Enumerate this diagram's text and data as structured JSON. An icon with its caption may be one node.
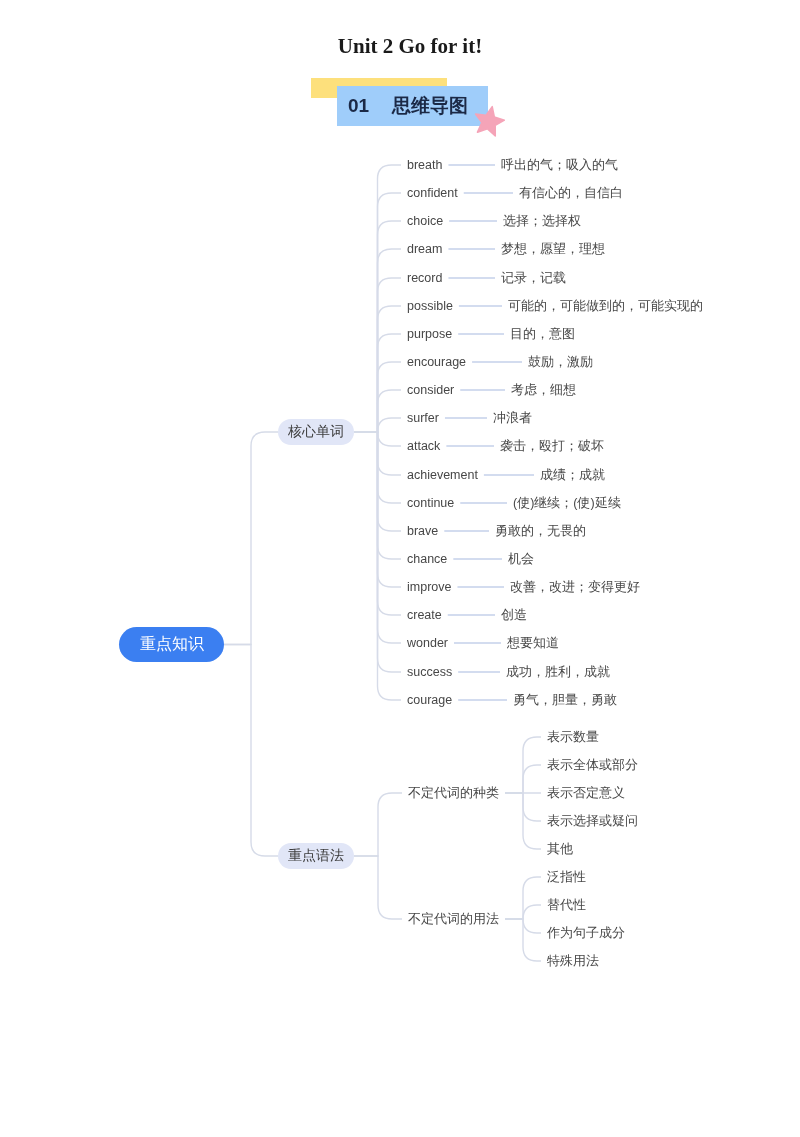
{
  "diagram": {
    "title": "Unit 2 Go for it!",
    "nodes": [
      {
        "text": [
          "01",
          "思维导图"
        ]
      },
      {
        "text": [
          "重点知识"
        ]
      },
      {
        "text": [
          "核心单词"
        ]
      },
      {
        "text": [
          "breath"
        ]
      },
      {
        "text": [
          "呼出的气；吸入的气"
        ]
      },
      {
        "text": [
          "confident"
        ]
      },
      {
        "text": [
          "有信心的，自信白"
        ]
      },
      {
        "text": [
          "choice"
        ]
      },
      {
        "text": [
          "选择；选择权"
        ]
      },
      {
        "text": [
          "dream"
        ]
      },
      {
        "text": [
          "梦想，愿望，理想"
        ]
      },
      {
        "text": [
          "record"
        ]
      },
      {
        "text": [
          "记录，记载"
        ]
      },
      {
        "text": [
          "possible"
        ]
      },
      {
        "text": [
          "可能的，可能做到的，可能实现的"
        ]
      },
      {
        "text": [
          "purpose"
        ]
      },
      {
        "text": [
          "目的，意图"
        ]
      },
      {
        "text": [
          "encourage"
        ]
      },
      {
        "text": [
          "鼓励，激励"
        ]
      },
      {
        "text": [
          "consider"
        ]
      },
      {
        "text": [
          "考虑，细想"
        ]
      },
      {
        "text": [
          "surfer"
        ]
      },
      {
        "text": [
          "冲浪者"
        ]
      },
      {
        "text": [
          "attack"
        ]
      },
      {
        "text": [
          "袭击，殴打；破坏"
        ]
      },
      {
        "text": [
          "achievement"
        ]
      },
      {
        "text": [
          "成绩；成就"
        ]
      },
      {
        "text": [
          "continue"
        ]
      },
      {
        "text": [
          "(使)继续；(使)延续"
        ]
      },
      {
        "text": [
          "brave"
        ]
      },
      {
        "text": [
          "勇敢的，无畏的"
        ]
      },
      {
        "text": [
          "chance"
        ]
      },
      {
        "text": [
          "机会"
        ]
      },
      {
        "text": [
          "improve"
        ]
      },
      {
        "text": [
          "改善，改进；变得更好"
        ]
      },
      {
        "text": [
          "create"
        ]
      },
      {
        "text": [
          "创造"
        ]
      },
      {
        "text": [
          "wonder"
        ]
      },
      {
        "text": [
          "想要知道"
        ]
      },
      {
        "text": [
          "success"
        ]
      },
      {
        "text": [
          "成功，胜利，成就"
        ]
      },
      {
        "text": [
          "courage"
        ]
      },
      {
        "text": [
          "勇气，胆量，勇敢"
        ]
      },
      {
        "text": [
          "重点语法"
        ]
      },
      {
        "text": [
          "不定代词的种类"
        ]
      },
      {
        "text": [
          "表示数量"
        ]
      },
      {
        "text": [
          "表示全体或部分"
        ]
      },
      {
        "text": [
          "表示否定意义"
        ]
      },
      {
        "text": [
          "表示选择或疑问"
        ]
      },
      {
        "text": [
          "其他"
        ]
      },
      {
        "text": [
          "不定代词的用法"
        ]
      },
      {
        "text": [
          "泛指性"
        ]
      },
      {
        "text": [
          "替代性"
        ]
      },
      {
        "text": [
          "作为句子成分"
        ]
      },
      {
        "text": [
          "特殊用法"
        ]
      }
    ],
    "edges": [
      {
        "from": 1,
        "to": 2,
        "arrow": "none"
      },
      {
        "from": 1,
        "to": 43,
        "arrow": "none"
      },
      {
        "from": 2,
        "to": 3,
        "arrow": "none"
      },
      {
        "from": 3,
        "to": 4,
        "arrow": "none",
        "color": "#c5d0ea"
      },
      {
        "from": 2,
        "to": 5,
        "arrow": "none"
      },
      {
        "from": 5,
        "to": 6,
        "arrow": "none",
        "color": "#c5d0ea"
      },
      {
        "from": 2,
        "to": 7,
        "arrow": "none"
      },
      {
        "from": 7,
        "to": 8,
        "arrow": "none",
        "color": "#c5d0ea"
      },
      {
        "from": 2,
        "to": 9,
        "arrow": "none"
      },
      {
        "from": 9,
        "to": 10,
        "arrow": "none",
        "color": "#c5d0ea"
      },
      {
        "from": 2,
        "to": 11,
        "arrow": "none"
      },
      {
        "from": 11,
        "to": 12,
        "arrow": "none",
        "color": "#c5d0ea"
      },
      {
        "from": 2,
        "to": 13,
        "arrow": "none"
      },
      {
        "from": 13,
        "to": 14,
        "arrow": "none",
        "color": "#c5d0ea"
      },
      {
        "from": 2,
        "to": 15,
        "arrow": "none"
      },
      {
        "from": 15,
        "to": 16,
        "arrow": "none",
        "color": "#c5d0ea"
      },
      {
        "from": 2,
        "to": 17,
        "arrow": "none"
      },
      {
        "from": 17,
        "to": 18,
        "arrow": "none",
        "color": "#c5d0ea"
      },
      {
        "from": 2,
        "to": 19,
        "arrow": "none"
      },
      {
        "from": 19,
        "to": 20,
        "arrow": "none",
        "color": "#c5d0ea"
      },
      {
        "from": 2,
        "to": 21,
        "arrow": "none"
      },
      {
        "from": 21,
        "to": 22,
        "arrow": "none",
        "color": "#c5d0ea"
      },
      {
        "from": 2,
        "to": 23,
        "arrow": "none"
      },
      {
        "from": 23,
        "to": 24,
        "arrow": "none",
        "color": "#c5d0ea"
      },
      {
        "from": 2,
        "to": 25,
        "arrow": "none"
      },
      {
        "from": 25,
        "to": 26,
        "arrow": "none",
        "color": "#c5d0ea"
      },
      {
        "from": 2,
        "to": 27,
        "arrow": "none"
      },
      {
        "from": 27,
        "to": 28,
        "arrow": "none",
        "color": "#c5d0ea"
      },
      {
        "from": 2,
        "to": 29,
        "arrow": "none"
      },
      {
        "from": 29,
        "to": 30,
        "arrow": "none",
        "color": "#c5d0ea"
      },
      {
        "from": 2,
        "to": 31,
        "arrow": "none"
      },
      {
        "from": 31,
        "to": 32,
        "arrow": "none",
        "color": "#c5d0ea"
      },
      {
        "from": 2,
        "to": 33,
        "arrow": "none"
      },
      {
        "from": 33,
        "to": 34,
        "arrow": "none",
        "color": "#c5d0ea"
      },
      {
        "from": 2,
        "to": 35,
        "arrow": "none"
      },
      {
        "from": 35,
        "to": 36,
        "arrow": "none",
        "color": "#c5d0ea"
      },
      {
        "from": 2,
        "to": 37,
        "arrow": "none"
      },
      {
        "from": 37,
        "to": 38,
        "arrow": "none",
        "color": "#c5d0ea"
      },
      {
        "from": 2,
        "to": 39,
        "arrow": "none"
      },
      {
        "from": 39,
        "to": 40,
        "arrow": "none",
        "color": "#c5d0ea"
      },
      {
        "from": 2,
        "to": 41,
        "arrow": "none"
      },
      {
        "from": 41,
        "to": 42,
        "arrow": "none",
        "color": "#c5d0ea"
      },
      {
        "from": 43,
        "to": 44,
        "arrow": "none"
      },
      {
        "from": 43,
        "to": 50,
        "arrow": "none"
      },
      {
        "from": 44,
        "to": 45,
        "arrow": "none"
      },
      {
        "from": 44,
        "to": 46,
        "arrow": "none"
      },
      {
        "from": 44,
        "to": 47,
        "arrow": "none"
      },
      {
        "from": 44,
        "to": 48,
        "arrow": "none"
      },
      {
        "from": 44,
        "to": 49,
        "arrow": "none"
      },
      {
        "from": 50,
        "to": 51,
        "arrow": "none"
      },
      {
        "from": 50,
        "to": 52,
        "arrow": "none"
      },
      {
        "from": 50,
        "to": 53,
        "arrow": "none"
      },
      {
        "from": 50,
        "to": 54,
        "arrow": "none"
      }
    ]
  }
}
